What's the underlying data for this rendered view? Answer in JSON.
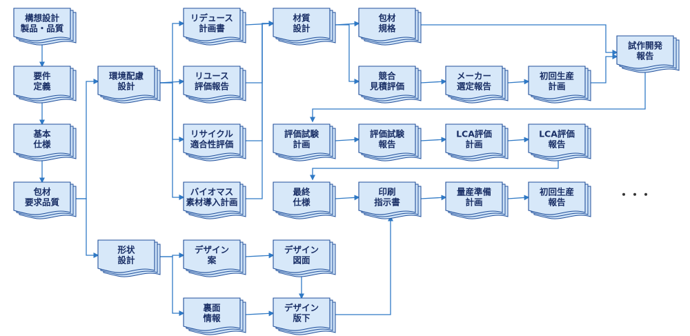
{
  "nodes": [
    {
      "id": "n1",
      "lines": [
        "構想設計",
        "製品・品質"
      ]
    },
    {
      "id": "n2",
      "lines": [
        "要件",
        "定義"
      ]
    },
    {
      "id": "n3",
      "lines": [
        "基本",
        "仕様"
      ]
    },
    {
      "id": "n4",
      "lines": [
        "包材",
        "要求品質"
      ]
    },
    {
      "id": "n5",
      "lines": [
        "環境配慮",
        "設計"
      ]
    },
    {
      "id": "n6",
      "lines": [
        "形状",
        "設計"
      ]
    },
    {
      "id": "n7",
      "lines": [
        "リデュース",
        "計画書"
      ]
    },
    {
      "id": "n8",
      "lines": [
        "リユース",
        "評価報告"
      ]
    },
    {
      "id": "n9",
      "lines": [
        "リサイクル",
        "適合性評価"
      ]
    },
    {
      "id": "n10",
      "lines": [
        "バイオマス",
        "素材導入計画"
      ]
    },
    {
      "id": "n11",
      "lines": [
        "デザイン",
        "案"
      ]
    },
    {
      "id": "n12",
      "lines": [
        "裏面",
        "情報"
      ]
    },
    {
      "id": "n13",
      "lines": [
        "材質",
        "設計"
      ]
    },
    {
      "id": "n14",
      "lines": [
        "包材",
        "規格"
      ]
    },
    {
      "id": "n15",
      "lines": [
        "競合",
        "見積評価"
      ]
    },
    {
      "id": "n16",
      "lines": [
        "メーカー",
        "選定報告"
      ]
    },
    {
      "id": "n17",
      "lines": [
        "初回生産",
        "計画"
      ]
    },
    {
      "id": "n18",
      "lines": [
        "試作開発",
        "報告"
      ]
    },
    {
      "id": "n19",
      "lines": [
        "評価試験",
        "計画"
      ]
    },
    {
      "id": "n20",
      "lines": [
        "評価試験",
        "報告"
      ]
    },
    {
      "id": "n21",
      "lines": [
        "LCA評価",
        "計画"
      ]
    },
    {
      "id": "n22",
      "lines": [
        "LCA評価",
        "報告"
      ]
    },
    {
      "id": "n23",
      "lines": [
        "最終",
        "仕様"
      ]
    },
    {
      "id": "n24",
      "lines": [
        "印刷",
        "指示書"
      ]
    },
    {
      "id": "n25",
      "lines": [
        "量産準備",
        "計画"
      ]
    },
    {
      "id": "n26",
      "lines": [
        "初回生産",
        "報告"
      ]
    },
    {
      "id": "n27",
      "lines": [
        "デザイン",
        "図面"
      ]
    },
    {
      "id": "n28",
      "lines": [
        "デザイン",
        "版下"
      ]
    }
  ],
  "edges": [
    {
      "from": "n1",
      "to": "n2"
    },
    {
      "from": "n2",
      "to": "n3"
    },
    {
      "from": "n3",
      "to": "n4"
    },
    {
      "from": "n4",
      "to": "n5"
    },
    {
      "from": "n4",
      "to": "n6"
    },
    {
      "from": "n5",
      "to": "n7"
    },
    {
      "from": "n5",
      "to": "n8"
    },
    {
      "from": "n5",
      "to": "n9"
    },
    {
      "from": "n5",
      "to": "n10"
    },
    {
      "from": "n7",
      "to": "n13"
    },
    {
      "from": "n8",
      "to": "n13"
    },
    {
      "from": "n9",
      "to": "n13"
    },
    {
      "from": "n10",
      "to": "n13"
    },
    {
      "from": "n13",
      "to": "n14"
    },
    {
      "from": "n13",
      "to": "n15"
    },
    {
      "from": "n15",
      "to": "n16"
    },
    {
      "from": "n16",
      "to": "n17"
    },
    {
      "from": "n17",
      "to": "n18"
    },
    {
      "from": "n14",
      "to": "n18"
    },
    {
      "from": "n18",
      "to": "n19"
    },
    {
      "from": "n19",
      "to": "n20"
    },
    {
      "from": "n20",
      "to": "n21"
    },
    {
      "from": "n21",
      "to": "n22"
    },
    {
      "from": "n22",
      "to": "n23"
    },
    {
      "from": "n23",
      "to": "n24"
    },
    {
      "from": "n24",
      "to": "n25"
    },
    {
      "from": "n25",
      "to": "n26"
    },
    {
      "from": "n6",
      "to": "n11"
    },
    {
      "from": "n6",
      "to": "n12"
    },
    {
      "from": "n11",
      "to": "n27"
    },
    {
      "from": "n27",
      "to": "n28"
    },
    {
      "from": "n12",
      "to": "n28"
    },
    {
      "from": "n28",
      "to": "n24"
    }
  ],
  "continuation": "・・・",
  "colors": {
    "fill": "#d7e8f9",
    "stroke": "#1f4e9a",
    "connector": "#2f79c5",
    "text": "#1a2f66"
  }
}
